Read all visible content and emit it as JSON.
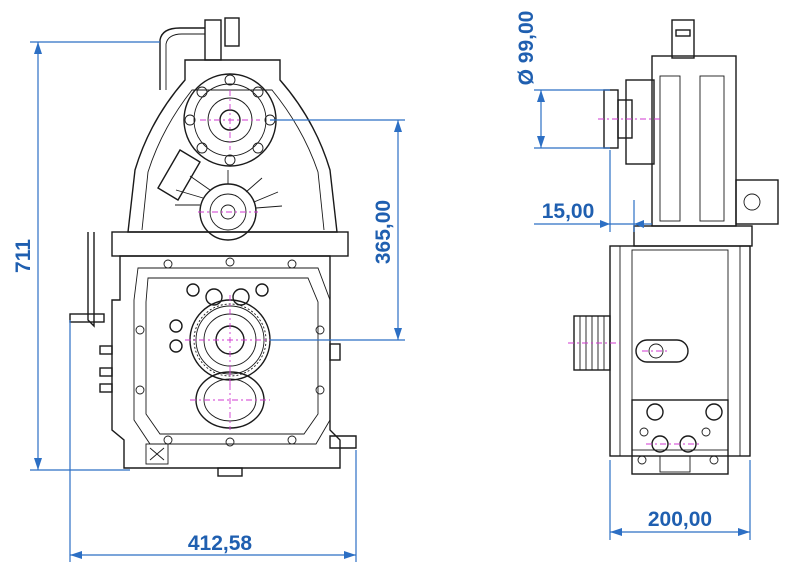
{
  "dimensions": {
    "height_overall": "711",
    "width_overall": "412,58",
    "shaft_distance": "365,00",
    "flange_diameter": "Ø 99,00",
    "flange_offset": "15,00",
    "side_width": "200,00"
  },
  "colors": {
    "dimension": "#1f5fb0",
    "centerline": "#d23ad2",
    "outline": "#1a1a1a"
  }
}
